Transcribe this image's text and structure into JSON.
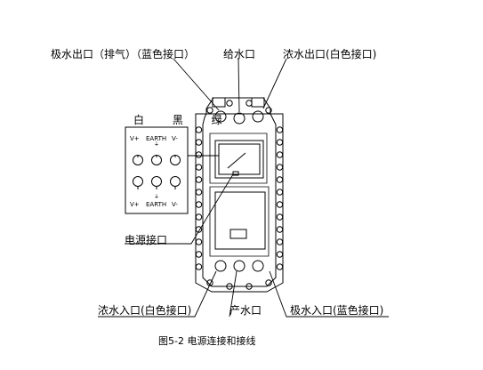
{
  "labels": {
    "brine_outlet": "极水出口（排气）（蓝色接口）",
    "feed_inlet": "给水口",
    "concentrate_outlet": "浓水出口(白色接口)",
    "power_port": "电源接口",
    "concentrate_inlet": "浓水入口(白色接口)",
    "product_outlet": "产水口",
    "brine_inlet": "极水入口(蓝色接口)"
  },
  "terminal_block": {
    "colors_header": "白 黑 绿",
    "top_row": [
      "V+",
      "EARTH",
      "V-"
    ],
    "bottom_row": [
      "V+",
      "EARTH",
      "V-"
    ]
  },
  "caption": "图5-2 电源连接和接线"
}
